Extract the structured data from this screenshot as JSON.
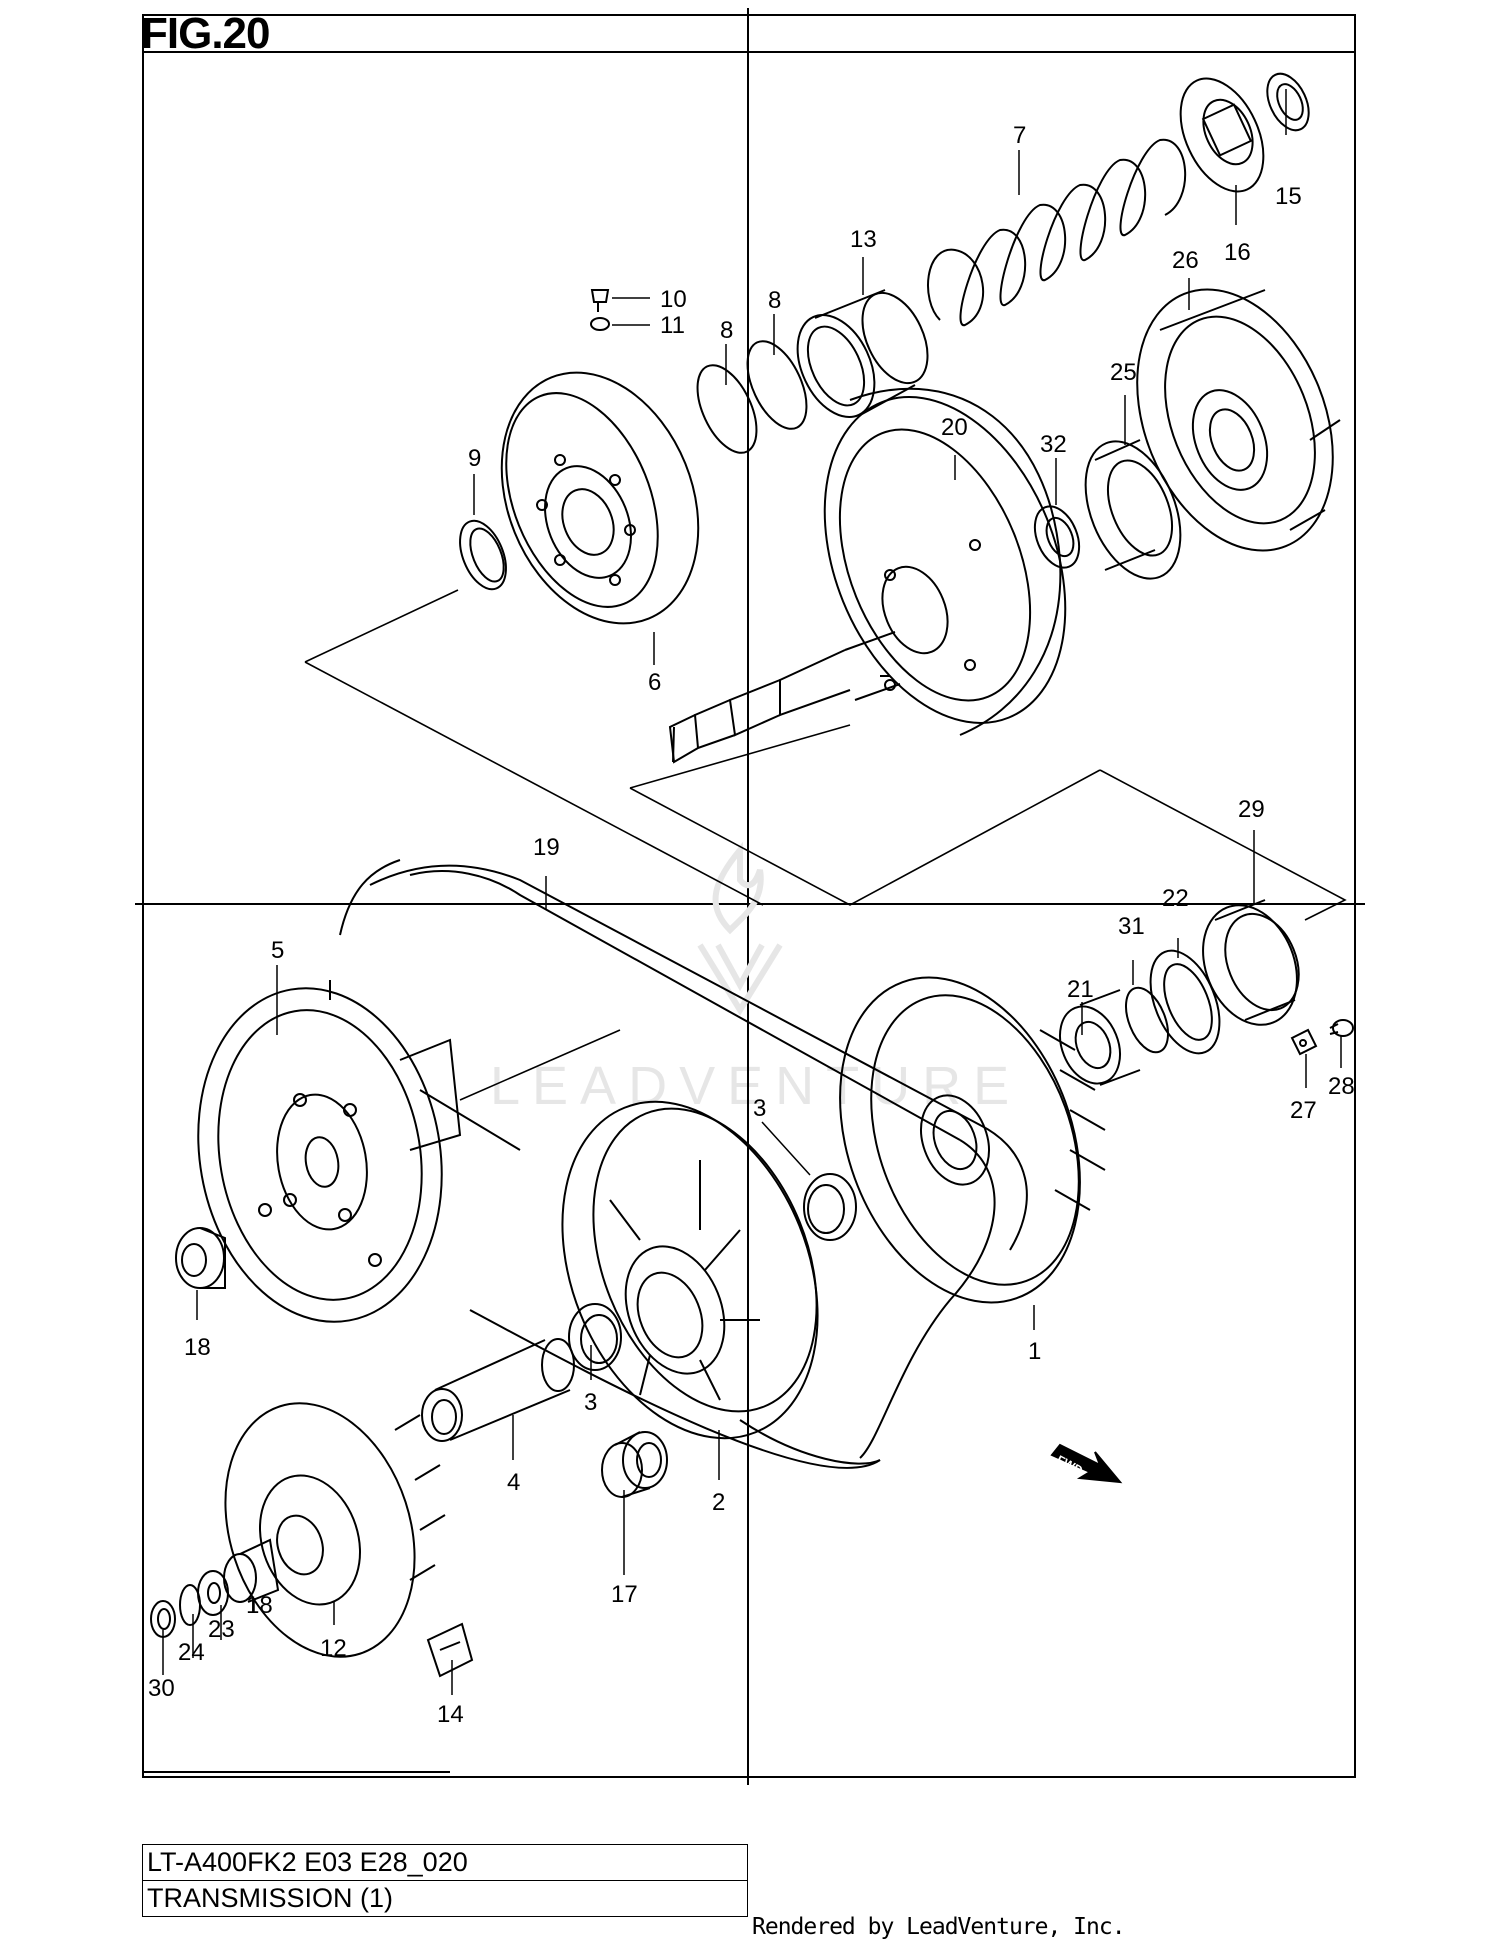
{
  "figure": {
    "title": "FIG.20"
  },
  "callouts": [
    {
      "label": "1"
    },
    {
      "label": "2"
    },
    {
      "label": "3"
    },
    {
      "label": "3"
    },
    {
      "label": "4"
    },
    {
      "label": "5"
    },
    {
      "label": "6"
    },
    {
      "label": "7"
    },
    {
      "label": "8"
    },
    {
      "label": "8"
    },
    {
      "label": "9"
    },
    {
      "label": "10"
    },
    {
      "label": "11"
    },
    {
      "label": "12"
    },
    {
      "label": "13"
    },
    {
      "label": "14"
    },
    {
      "label": "15"
    },
    {
      "label": "16"
    },
    {
      "label": "17"
    },
    {
      "label": "18"
    },
    {
      "label": "18"
    },
    {
      "label": "19"
    },
    {
      "label": "20"
    },
    {
      "label": "21"
    },
    {
      "label": "22"
    },
    {
      "label": "23"
    },
    {
      "label": "24"
    },
    {
      "label": "25"
    },
    {
      "label": "26"
    },
    {
      "label": "27"
    },
    {
      "label": "28"
    },
    {
      "label": "29"
    },
    {
      "label": "30"
    },
    {
      "label": "31"
    },
    {
      "label": "32"
    }
  ],
  "fwd_arrow": {
    "label": "FWD"
  },
  "watermark": {
    "text": "LEADVENTURE"
  },
  "title_block": {
    "model_code": "LT-A400FK2 E03 E28_020",
    "section_name": "TRANSMISSION (1)"
  },
  "footer": {
    "rendered_by": "Rendered by LeadVenture, Inc."
  }
}
